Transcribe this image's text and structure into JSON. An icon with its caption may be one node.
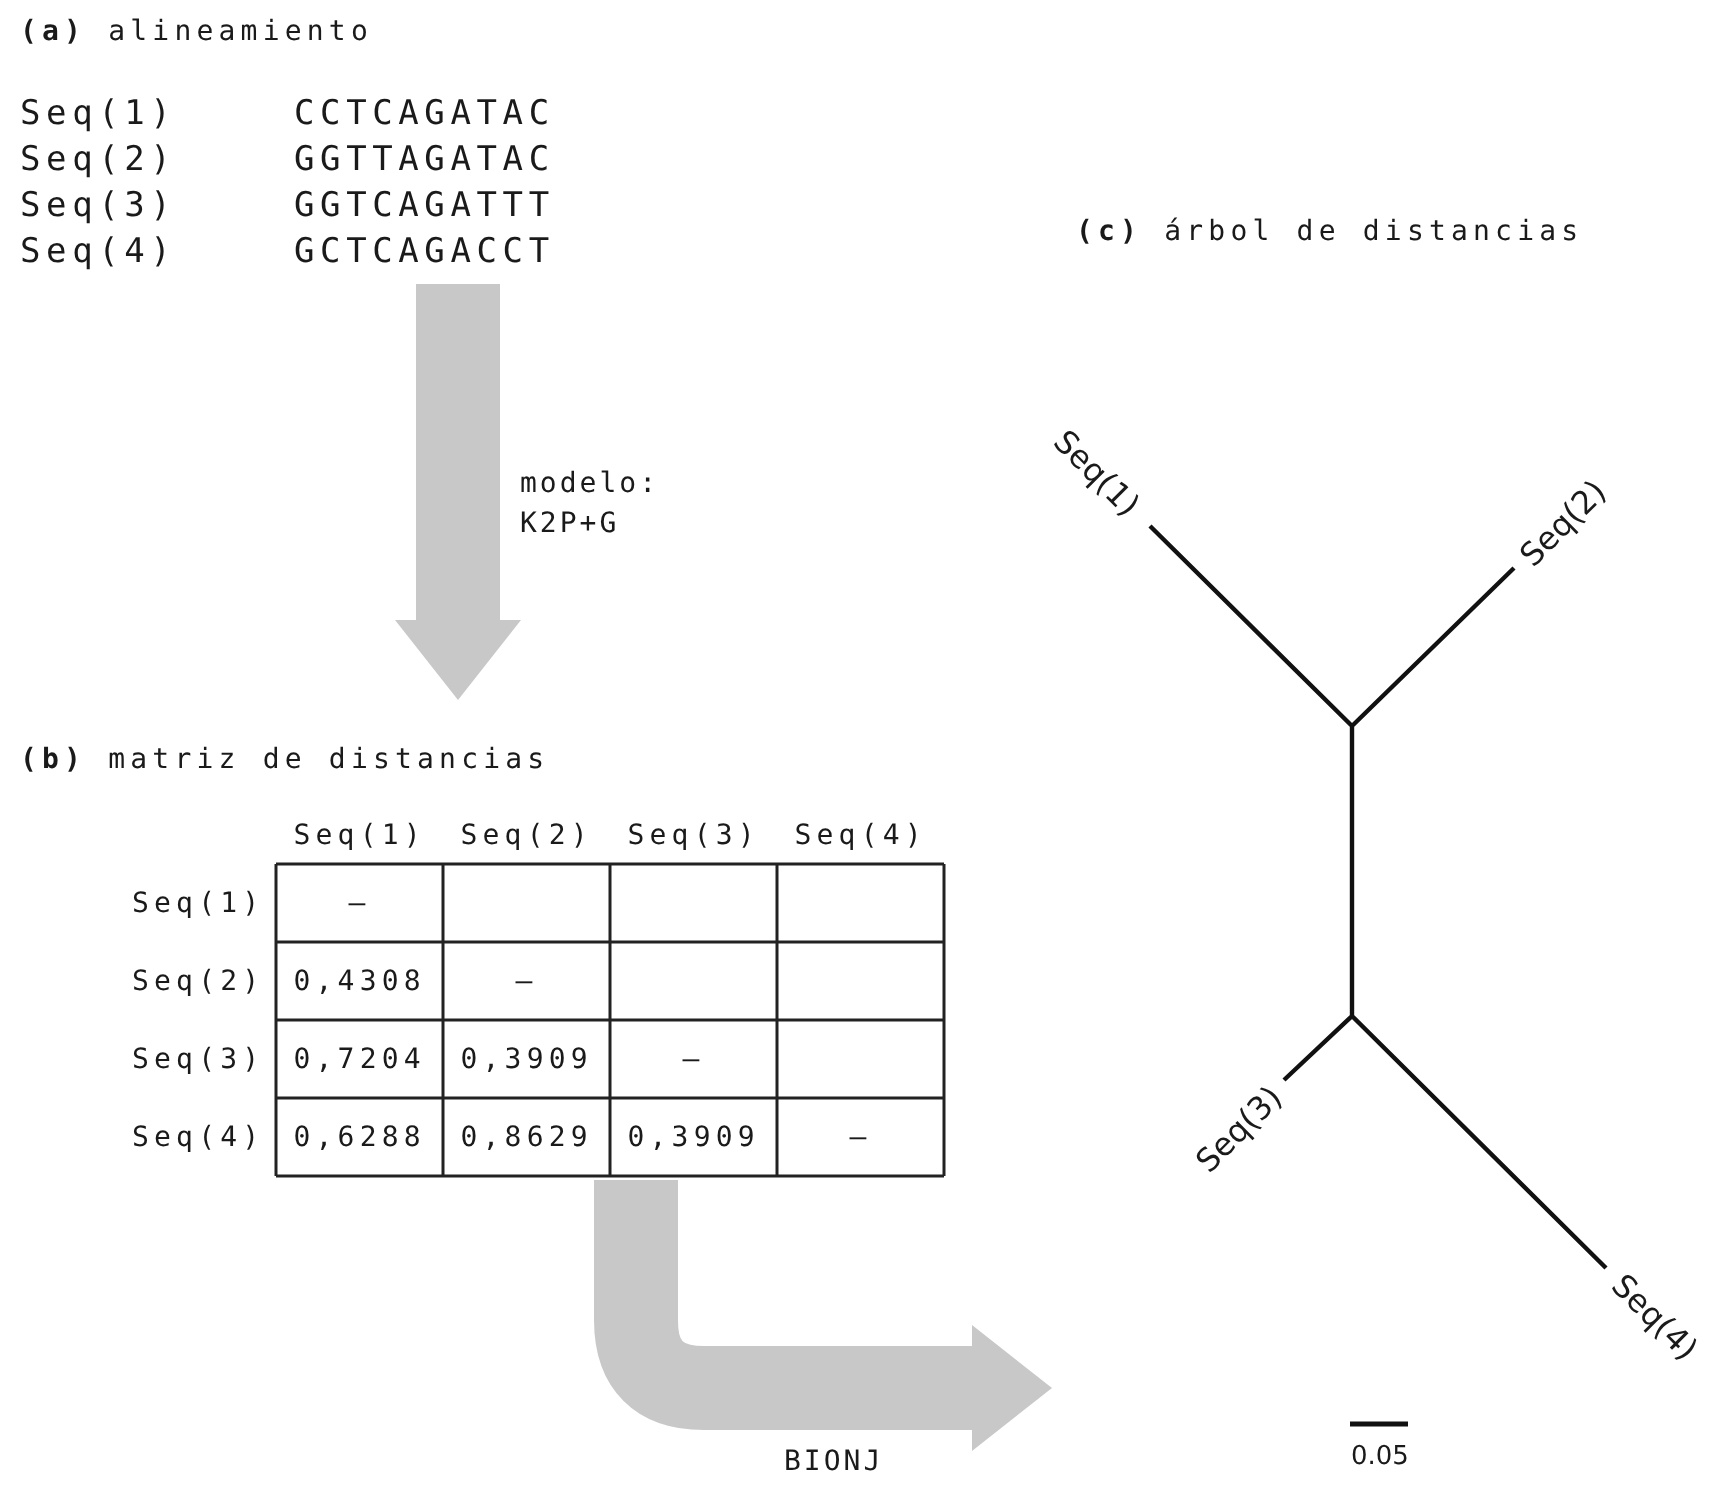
{
  "diagram": {
    "nodes": [
      {
        "text": [
          "**(a)** alineamiento",
          "Seq(1)",
          "CCTCAGATAC",
          "Seq(2)",
          "GGTTAGATAC",
          "Seq(3)",
          "GGTCAGATTT",
          "Seq(4)",
          "GCTCAGACCT"
        ]
      },
      {
        "text": [
          "**(b)** matriz de distancias"
        ]
      },
      {
        "text": [
          "**(c)** árbol de distancias"
        ]
      }
    ],
    "edges": [
      {
        "from": 0,
        "to": 1,
        "arrow": "to",
        "label": "modelo: K2P+G"
      },
      {
        "from": 1,
        "to": 2,
        "arrow": "to",
        "label": "BIONJ"
      }
    ],
    "labels": [
      "Seq(1)",
      "Seq(2)",
      "Seq(3)",
      "Seq(4)",
      "Seq(1)",
      "–",
      "Seq(2)",
      "0,4308",
      "–",
      "Seq(3)",
      "0,7204",
      "0,3909",
      "–",
      "Seq(4)",
      "0,6288",
      "0,8629",
      "0,3909",
      "–",
      "Seq(1)",
      "Seq(2)",
      "Seq(3)",
      "Seq(4)",
      "0.05"
    ]
  }
}
